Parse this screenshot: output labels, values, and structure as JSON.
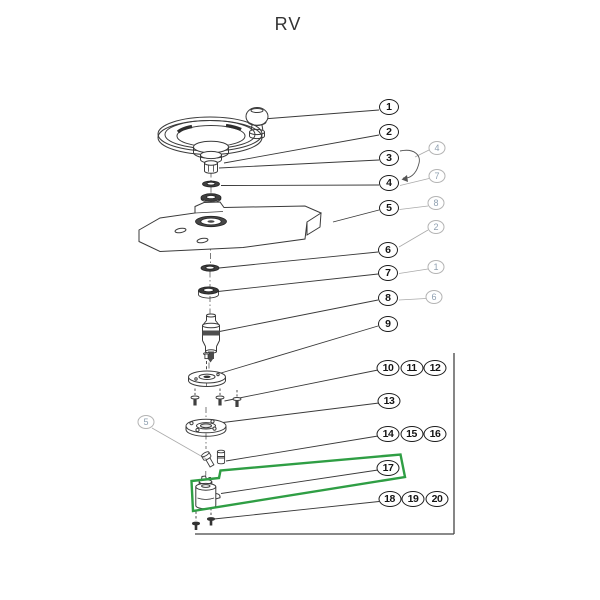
{
  "title": "RV",
  "diagram": {
    "highlighted_item": "17",
    "highlight_color": "#2f9e44",
    "balloons": [
      "1",
      "2",
      "3",
      "4",
      "5",
      "6",
      "7",
      "8",
      "9",
      "10",
      "11",
      "12",
      "13",
      "14",
      "15",
      "16",
      "17",
      "18",
      "19",
      "20"
    ],
    "ref_balloons": [
      "4",
      "7",
      "8",
      "2",
      "1",
      "6",
      "5"
    ]
  }
}
